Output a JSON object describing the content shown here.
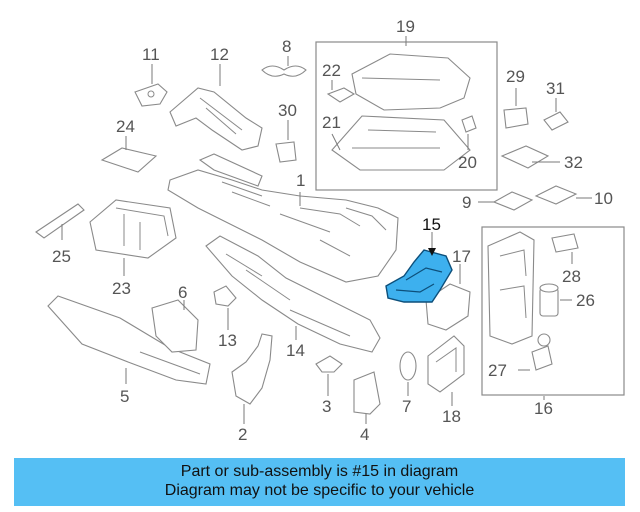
{
  "diagram": {
    "highlight_color": "#3db0ee",
    "highlighted_part": "15",
    "callouts": {
      "c1": "1",
      "c2": "2",
      "c3": "3",
      "c4": "4",
      "c5": "5",
      "c6": "6",
      "c7": "7",
      "c8": "8",
      "c9": "9",
      "c10": "10",
      "c11": "11",
      "c12": "12",
      "c13": "13",
      "c14": "14",
      "c15": "15",
      "c16": "16",
      "c17": "17",
      "c18": "18",
      "c19": "19",
      "c20": "20",
      "c21": "21",
      "c22": "22",
      "c23": "23",
      "c24": "24",
      "c25": "25",
      "c26": "26",
      "c27": "27",
      "c28": "28",
      "c29": "29",
      "c30": "30",
      "c31": "31",
      "c32": "32"
    }
  },
  "banner": {
    "line1": "Part or sub-assembly is #15 in diagram",
    "line2": "Diagram may not be specific to your vehicle",
    "background": "#55bff4"
  }
}
